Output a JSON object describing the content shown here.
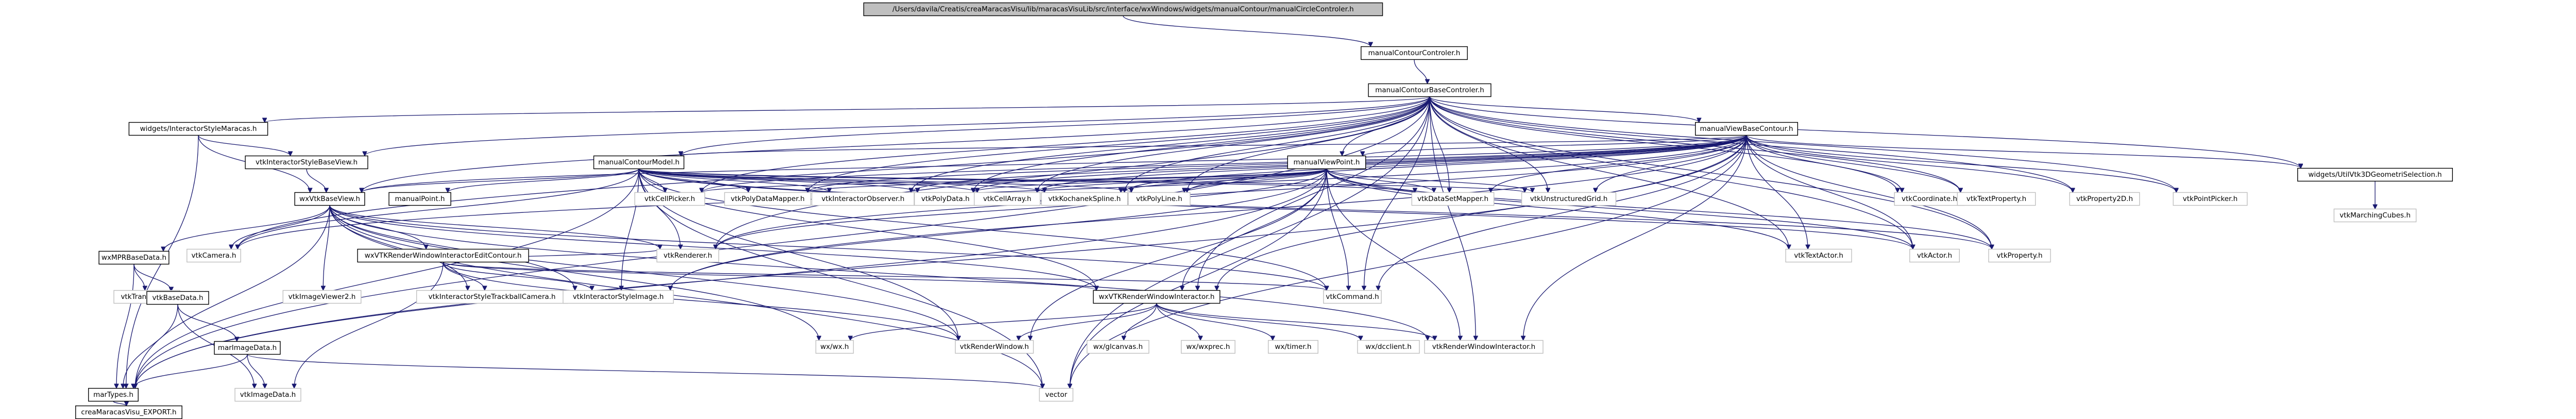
{
  "graph": {
    "nodes": [
      {
        "id": "root",
        "label": "/Users/davila/Creatis/creaMaracasVisu/lib/maracasVisuLib/src/interface/wxWindows/widgets/manualContour/manualCircleControler.h",
        "kind": "root"
      },
      {
        "id": "mcc",
        "label": "manualContourControler.h",
        "kind": "link"
      },
      {
        "id": "mcbc",
        "label": "manualContourBaseControler.h",
        "kind": "link"
      },
      {
        "id": "wism",
        "label": "widgets/InteractorStyleMaracas.h",
        "kind": "link"
      },
      {
        "id": "mvbc",
        "label": "manualViewBaseContour.h",
        "kind": "link"
      },
      {
        "id": "visbv",
        "label": "vtkInteractorStyleBaseView.h",
        "kind": "link"
      },
      {
        "id": "mcm",
        "label": "manualContourModel.h",
        "kind": "link"
      },
      {
        "id": "mvp",
        "label": "manualViewPoint.h",
        "kind": "link"
      },
      {
        "id": "vcoord",
        "label": "vtkCoordinate.h",
        "kind": "leaf"
      },
      {
        "id": "vtp",
        "label": "vtkTextProperty.h",
        "kind": "leaf"
      },
      {
        "id": "vp2d",
        "label": "vtkProperty2D.h",
        "kind": "leaf"
      },
      {
        "id": "vpp",
        "label": "vtkPointPicker.h",
        "kind": "leaf"
      },
      {
        "id": "wu3d",
        "label": "widgets/UtilVtk3DGeometriSelection.h",
        "kind": "link"
      },
      {
        "id": "wxvbv",
        "label": "wxVtkBaseView.h",
        "kind": "link"
      },
      {
        "id": "mp",
        "label": "manualPoint.h",
        "kind": "link"
      },
      {
        "id": "vcp",
        "label": "vtkCellPicker.h",
        "kind": "leaf"
      },
      {
        "id": "vpdm",
        "label": "vtkPolyDataMapper.h",
        "kind": "leaf"
      },
      {
        "id": "vio",
        "label": "vtkInteractorObserver.h",
        "kind": "leaf"
      },
      {
        "id": "vpd",
        "label": "vtkPolyData.h",
        "kind": "leaf"
      },
      {
        "id": "vca",
        "label": "vtkCellArray.h",
        "kind": "leaf"
      },
      {
        "id": "vks",
        "label": "vtkKochanekSpline.h",
        "kind": "leaf"
      },
      {
        "id": "vpl",
        "label": "vtkPolyLine.h",
        "kind": "leaf"
      },
      {
        "id": "vdsm",
        "label": "vtkDataSetMapper.h",
        "kind": "leaf"
      },
      {
        "id": "vug",
        "label": "vtkUnstructuredGrid.h",
        "kind": "leaf"
      },
      {
        "id": "vmc",
        "label": "vtkMarchingCubes.h",
        "kind": "leaf"
      },
      {
        "id": "vcam",
        "label": "vtkCamera.h",
        "kind": "leaf"
      },
      {
        "id": "vren",
        "label": "vtkRenderer.h",
        "kind": "leaf"
      },
      {
        "id": "vta",
        "label": "vtkTextActor.h",
        "kind": "leaf"
      },
      {
        "id": "vact",
        "label": "vtkActor.h",
        "kind": "leaf"
      },
      {
        "id": "vprop",
        "label": "vtkProperty.h",
        "kind": "leaf"
      },
      {
        "id": "wxmpr",
        "label": "wxMPRBaseData.h",
        "kind": "link"
      },
      {
        "id": "wxrwiec",
        "label": "wxVTKRenderWindowInteractorEditContour.h",
        "kind": "link"
      },
      {
        "id": "vtrans",
        "label": "vtkTransform.h",
        "kind": "leaf"
      },
      {
        "id": "viv2",
        "label": "vtkImageViewer2.h",
        "kind": "leaf"
      },
      {
        "id": "vistc",
        "label": "vtkInteractorStyleTrackballCamera.h",
        "kind": "leaf"
      },
      {
        "id": "visi",
        "label": "vtkInteractorStyleImage.h",
        "kind": "leaf"
      },
      {
        "id": "wxrwi",
        "label": "wxVTKRenderWindowInteractor.h",
        "kind": "link"
      },
      {
        "id": "vcmd",
        "label": "vtkCommand.h",
        "kind": "leaf"
      },
      {
        "id": "vbd",
        "label": "vtkBaseData.h",
        "kind": "link"
      },
      {
        "id": "wxwx",
        "label": "wx/wx.h",
        "kind": "leaf"
      },
      {
        "id": "vrw",
        "label": "vtkRenderWindow.h",
        "kind": "leaf"
      },
      {
        "id": "mid",
        "label": "marImageData.h",
        "kind": "link"
      },
      {
        "id": "wxglc",
        "label": "wx/glcanvas.h",
        "kind": "leaf"
      },
      {
        "id": "wxwxprec",
        "label": "wx/wxprec.h",
        "kind": "leaf"
      },
      {
        "id": "wxtimer",
        "label": "wx/timer.h",
        "kind": "leaf"
      },
      {
        "id": "wxdcc",
        "label": "wx/dcclient.h",
        "kind": "leaf"
      },
      {
        "id": "vrwi",
        "label": "vtkRenderWindowInteractor.h",
        "kind": "leaf"
      },
      {
        "id": "martypes",
        "label": "marTypes.h",
        "kind": "link"
      },
      {
        "id": "vid",
        "label": "vtkImageData.h",
        "kind": "leaf"
      },
      {
        "id": "vector",
        "label": "vector",
        "kind": "leaf"
      },
      {
        "id": "cmve",
        "label": "creaMaracasVisu_EXPORT.h",
        "kind": "link"
      }
    ]
  }
}
